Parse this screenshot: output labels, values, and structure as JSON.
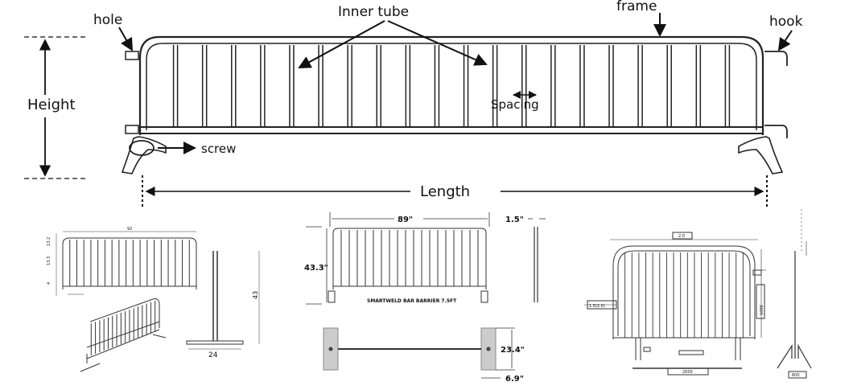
{
  "main_diagram": {
    "labels": {
      "hole": "hole",
      "inner_tube": "Inner tube",
      "frame": "frame",
      "hook": "hook",
      "height": "Height",
      "spacing": "Spacing",
      "screw": "screw",
      "length": "Length"
    },
    "inner_tube_count": 20
  },
  "drawing_1": {
    "top_dim": "92",
    "side_dims": [
      "13.2",
      "13.3",
      "4",
      "43"
    ],
    "side_height": "43",
    "base_width": "24"
  },
  "drawing_2": {
    "width": "89\"",
    "height": "43.3\"",
    "tube_dia": "1.5\"",
    "caption": "SMARTWELD BAR BARRIER 7.5FT",
    "foot_length": "23.4\"",
    "foot_width": "6.9\""
  },
  "drawing_3": {
    "top_dim": "2.0",
    "side_dim": "1000",
    "left_dim": "1.5(2.0)",
    "base_dim": "2000",
    "foot_dim": "600"
  },
  "colors": {
    "line": "#222222",
    "dim_fill": "#cccccc"
  }
}
